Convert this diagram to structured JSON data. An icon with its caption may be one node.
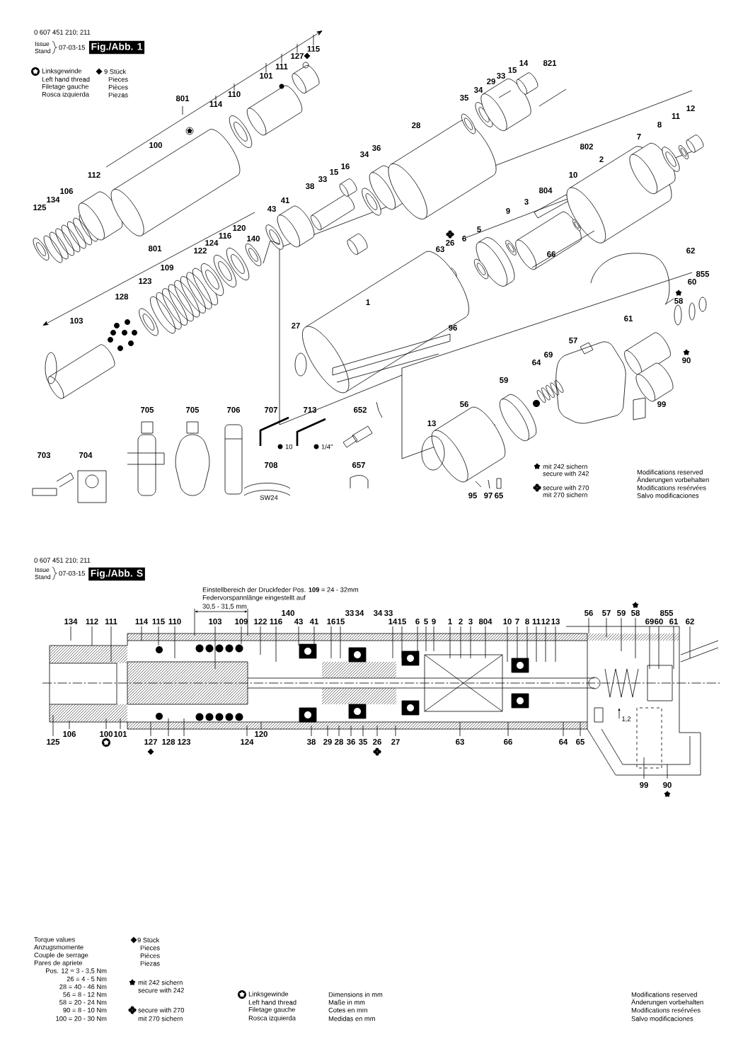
{
  "diagram": {
    "labels": [
      "0 607 451 210; 211",
      "Issue",
      "Stand",
      "07-03-15",
      "Fig./Abb. 1",
      "115",
      "127",
      "Linksgewinde",
      "9 Stück",
      "Left hand thread",
      "Pieces",
      "Filetage gauche",
      "Pièces",
      "Rosca izquierda",
      "Piezas",
      "14",
      "821",
      "111",
      "15",
      "101",
      "33",
      "29",
      "34",
      "110",
      "801",
      "35",
      "114",
      "12",
      "11",
      "28",
      "8",
      "7",
      "100",
      "36",
      "802",
      "34",
      "2",
      "16",
      "15",
      "112",
      "10",
      "33",
      "38",
      "106",
      "804",
      "134",
      "41",
      "3",
      "125",
      "43",
      "9",
      "120",
      "5",
      "116",
      "140",
      "6",
      "124",
      "26",
      "801",
      "122",
      "63",
      "62",
      "66",
      "109",
      "855",
      "123",
      "60",
      "128",
      "1",
      "58",
      "103",
      "61",
      "27",
      "96",
      "57",
      "64",
      "69",
      "90",
      "59",
      "56",
      "99",
      "705",
      "705",
      "706",
      "707",
      "713",
      "652",
      "13",
      "10",
      "1/4\"",
      "703",
      "704",
      "708",
      "657",
      "mit 242 sichern",
      "secure with 242",
      "Modifications reserved",
      "Änderungen vorbehalten",
      "secure with 270",
      "Modifications resérvées",
      "SW24",
      "95",
      "97",
      "65",
      "mit 270 sichern",
      "Salvo modificaciones",
      "0 607 451 210; 211",
      "Issue",
      "Stand",
      "07-03-15",
      "Fig./Abb. S",
      "Einstellbereich der Druckfeder Pos. **109** = 24 - 32mm",
      "Federvorspannlänge eingestellt auf",
      "30,5 - 31,5 mm",
      "140",
      "33",
      "34",
      "34",
      "33",
      "56",
      "57",
      "59",
      "58",
      "855",
      "134",
      "112",
      "111",
      "114",
      "115",
      "110",
      "103",
      "109",
      "122",
      "116",
      "43",
      "41",
      "16",
      "15",
      "14",
      "15",
      "6",
      "5",
      "9",
      "1",
      "2",
      "3",
      "804",
      "10",
      "7",
      "8",
      "11",
      "12",
      "13",
      "69",
      "60",
      "61",
      "62",
      "1,2",
      "125",
      "106",
      "100",
      "101",
      "127",
      "128",
      "123",
      "124",
      "120",
      "38",
      "29",
      "28",
      "36",
      "35",
      "26",
      "27",
      "63",
      "66",
      "64",
      "65",
      "99",
      "90",
      "Torque values",
      "9 Stück",
      "Anzugsmomente",
      "Pieces",
      "Couple de serrage",
      "Pièces",
      "Pares de apriete",
      "Piezas",
      "Pos. 12 = 3 - 3,5 Nm",
      "26 = 4 - 5 Nm",
      "mit 242 sichern",
      "28 = 40 - 46 Nm",
      "secure with 242",
      "56 = 8 - 12 Nm",
      "Linksgewinde",
      "Dimensions in mm",
      "Modifications reserved",
      "58 = 20 - 24 Nm",
      "Left hand thread",
      "Maße in mm",
      "Änderungen vorbehalten",
      "90 = 8 - 10 Nm",
      "secure with 270",
      "Filetage gauche",
      "Cotes en mm",
      "Modifications resérvées",
      "100 = 20 - 30 Nm",
      "mit 270 sichern",
      "Rosca izquierda",
      "Medidas en mm",
      "Salvo modificaciones"
    ]
  }
}
